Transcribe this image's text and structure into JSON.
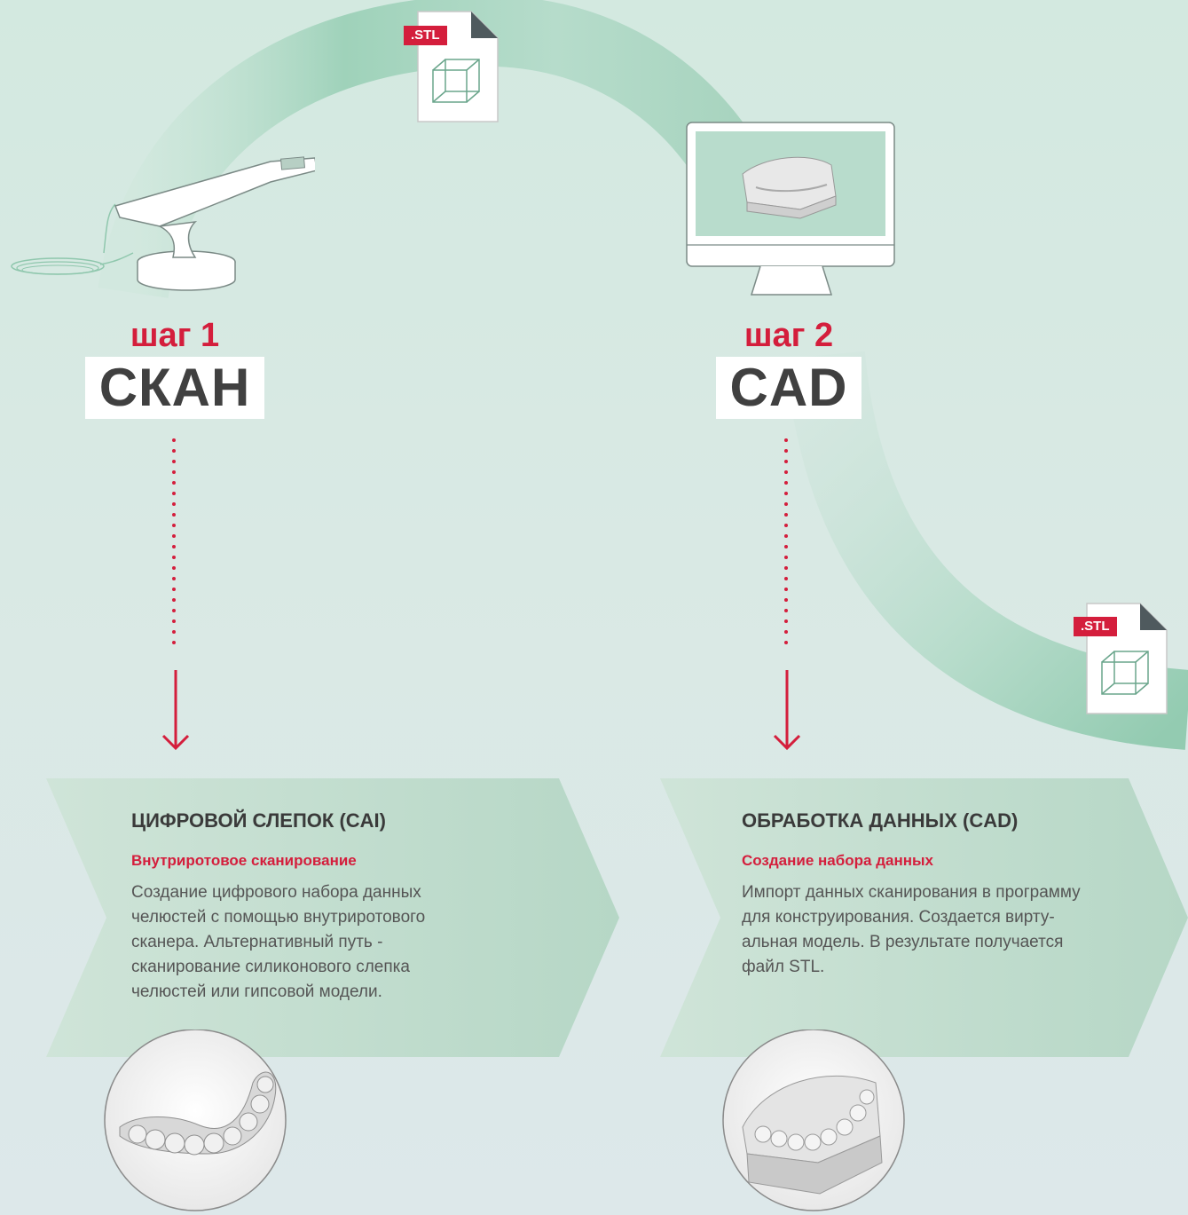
{
  "colors": {
    "accent": "#d41e3c",
    "background_top": "#d3e9e0",
    "background_bottom": "#dde8ea",
    "arc": "#8fcbb0",
    "panel": "#bcdbc9",
    "title_box": "#ffffff",
    "title_text": "#404040"
  },
  "files": [
    {
      "badge": ".STL",
      "icon": "cube-icon"
    },
    {
      "badge": ".STL",
      "icon": "cube-icon"
    }
  ],
  "steps": [
    {
      "label": "шаг 1",
      "title": "СКАН",
      "device_icon": "intraoral-scanner-icon",
      "panel": {
        "heading": "ЦИФРОВОЙ СЛЕПОК (CAI)",
        "subheading": "Внутриротовое сканирование",
        "body": "Создание цифрового набора данных\nчелюстей с  помощью внутриротового\nсканера. Альтернативный путь -\nсканирование силиконового слепка\nчелюстей или гипсовой модели."
      },
      "image_icon": "dental-scan-mesh-icon"
    },
    {
      "label": "шаг 2",
      "title": "CAD",
      "device_icon": "monitor-dental-model-icon",
      "panel": {
        "heading": "ОБРАБОТКА ДАННЫХ (CAD)",
        "subheading": "Создание набора данных",
        "body": "Импорт данных сканирования в программу\nдля конструирования. Создается вирту-\nальная модель. В результате получается\nфайл STL."
      },
      "image_icon": "dental-model-icon"
    }
  ]
}
